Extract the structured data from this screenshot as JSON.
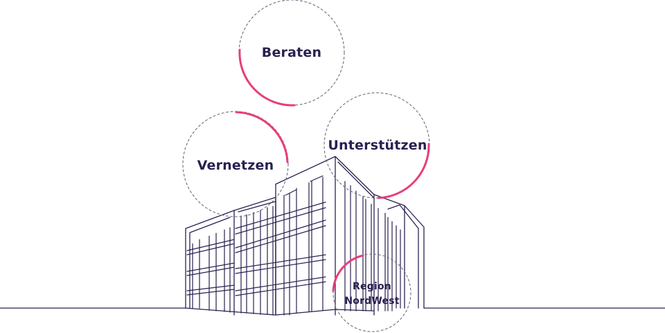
{
  "colors": {
    "line": "#2a1f4f",
    "accent": "#e83e7b",
    "dashed": "#6f6a80",
    "background": "#ffffff"
  },
  "circles": {
    "beraten": {
      "label": "Beraten"
    },
    "vernetzen": {
      "label": "Vernetzen"
    },
    "unterstuetzen": {
      "label": "Unterstützen"
    },
    "region": {
      "line1": "Region",
      "line2": "NordWest"
    }
  }
}
